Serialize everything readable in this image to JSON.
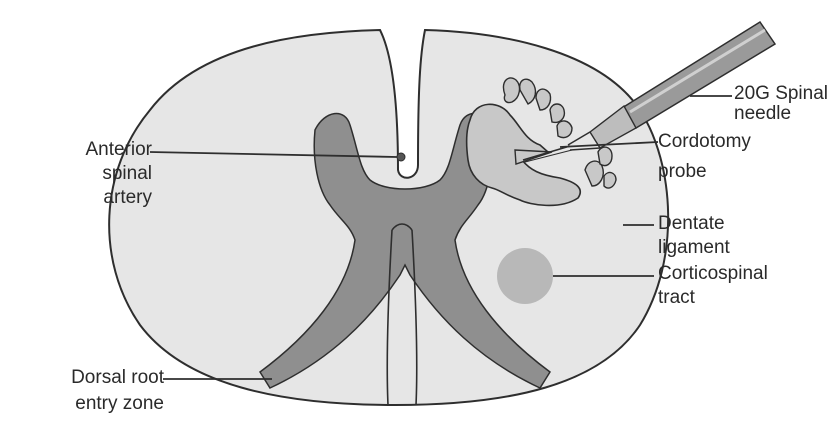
{
  "colors": {
    "background": "#ffffff",
    "white_matter": "#e6e6e6",
    "grey_matter": "#8f8f8f",
    "outline": "#2e2e2e",
    "tract": "#b8b8b8",
    "needle": "#9a9a9a"
  },
  "labels": {
    "anterior_spinal_artery": [
      "Anterior",
      "spinal",
      "artery"
    ],
    "needle": [
      "20G Spinal",
      "needle"
    ],
    "cordotomy_probe": [
      "Cordotomy",
      "probe"
    ],
    "dentate_ligament": [
      "Dentate",
      "ligament"
    ],
    "corticospinal_tract": [
      "Corticospinal",
      "tract"
    ],
    "dorsal_root_entry_zone": [
      "Dorsal root",
      "entry zone"
    ]
  }
}
